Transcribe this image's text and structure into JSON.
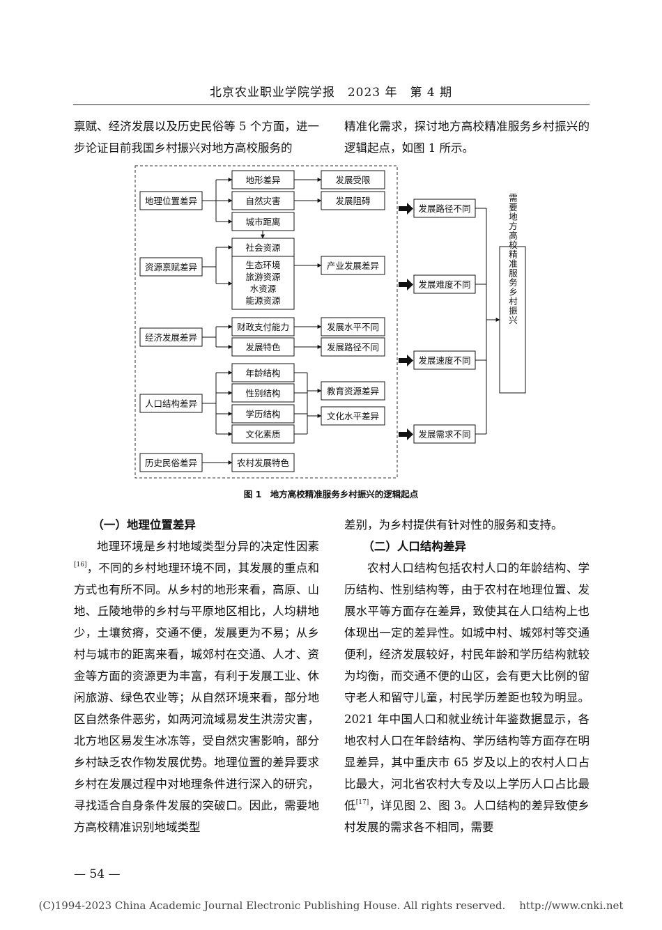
{
  "header": {
    "title": "北京农业职业学院学报　2023 年　第 4 期"
  },
  "top_text": {
    "left": "禀赋、经济发展以及历史民俗等 5 个方面，进一步论证目前我国乡村振兴对地方高校服务的",
    "right": "精准化需求，探讨地方高校精准服务乡村振兴的逻辑起点，如图 1 所示。"
  },
  "figure": {
    "caption": "图 1　地方高校精准服务乡村振兴的逻辑起点",
    "categories": [
      "地理位置差异",
      "资源禀赋差异",
      "经济发展差异",
      "人口结构差异",
      "历史民俗差异"
    ],
    "factors": [
      "地形差异",
      "自然灾害",
      "城市距离",
      "社会资源",
      "生态环境",
      "旅游资源",
      "水资源",
      "能源资源",
      "财政支付能力",
      "发展特色",
      "年龄结构",
      "性别结构",
      "学历结构",
      "文化素质",
      "农村发展特色"
    ],
    "effects": [
      "发展受限",
      "发展阻碍",
      "产业发展差异",
      "发展水平不同",
      "发展路径不同",
      "教育资源差异",
      "文化水平差异"
    ],
    "outcomes": [
      "发展路径不同",
      "发展难度不同",
      "发展速度不同",
      "发展需求不同"
    ],
    "conclusion": "需要地方高校精准服务乡村振兴"
  },
  "left_body": {
    "heading": "（一）地理位置差异",
    "para_before_cite": "地理环境是乡村地域类型分异的决定性因素",
    "cite": "[16]",
    "para_after_cite": "，不同的乡村地理环境不同，其发展的重点和方式也有所不同。从乡村的地形来看，高原、山地、丘陵地带的乡村与平原地区相比，人均耕地少，土壤贫瘠，交通不便，发展更为不易；从乡村与城市的距离来看，城郊村在交通、人才、资金等方面的资源更为丰富，有利于发展工业、休闲旅游、绿色农业等；从自然环境来看，部分地区自然条件恶劣，如两河流域易发生洪涝灾害，北方地区易发生冰冻等，受自然灾害影响，部分乡村缺乏农作物发展优势。地理位置的差异要求乡村在发展过程中对地理条件进行深入的研究，寻找适合自身条件发展的突破口。因此，需要地方高校精准识别地域类型"
  },
  "right_body": {
    "continuation": "差别，为乡村提供有针对性的服务和支持。",
    "heading": "（二）人口结构差异",
    "para_before_cite": "农村人口结构包括农村人口的年龄结构、学历结构、性别结构等，由于农村在地理位置、发展水平等方面存在差异，致使其在人口结构上也体现出一定的差异性。如城中村、城郊村等交通便利，经济发展较好，村民年龄和学历结构就较为均衡，而交通不便的山区，会有更大比例的留守老人和留守儿童，村民学历差距也较为明显。2021 年中国人口和就业统计年鉴数据显示，各地农村人口在年龄结构、学历结构等方面存在明显差异，其中重庆市 65 岁及以上的农村人口占比最大，河北省农村大专及以上学历人口占比最低",
    "cite": "[17]",
    "para_after_cite": "，详见图 2、图 3。人口结构的差异致使乡村发展的需求各不相同，需要"
  },
  "page_number": "— 54 —",
  "footer": "(C)1994-2023 China Academic Journal Electronic Publishing House. All rights reserved.　 http://www.cnki.net"
}
